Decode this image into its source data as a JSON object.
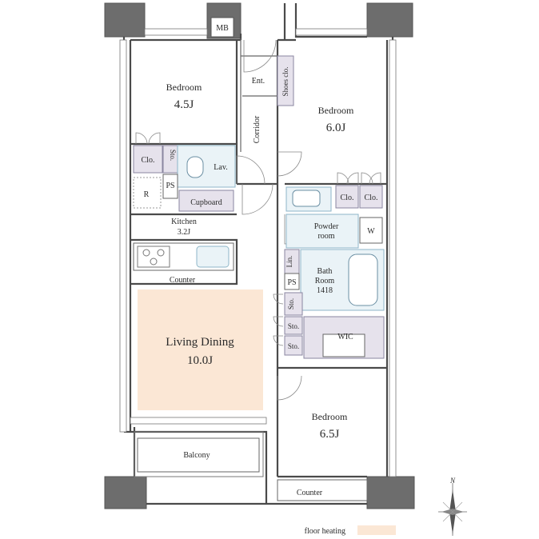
{
  "rooms": {
    "bedroom_nw": {
      "name": "Bedroom",
      "size": "4.5J"
    },
    "bedroom_ne": {
      "name": "Bedroom",
      "size": "6.0J"
    },
    "bedroom_se": {
      "name": "Bedroom",
      "size": "6.5J"
    },
    "living": {
      "name": "Living Dining",
      "size": "10.0J"
    },
    "kitchen": {
      "name": "Kitchen",
      "size": "3.2J"
    },
    "bath": {
      "name": "Bath",
      "name2": "Room",
      "code": "1418"
    },
    "powder": {
      "name": "Powder",
      "name2": "room"
    },
    "balcony": {
      "name": "Balcony"
    }
  },
  "labels": {
    "mb": "MB",
    "ent": "Ent.",
    "shoes": "Shoes clo.",
    "corridor": "Corridor",
    "clo": "Clo.",
    "sto": "Sto.",
    "lav": "Lav.",
    "ps": "PS",
    "r": "R",
    "cupboard": "Cupboard",
    "w": "W",
    "lin": "Lin.",
    "wic": "WIC",
    "counter": "Counter"
  },
  "legend": {
    "floor_heating": "floor heating"
  },
  "compass": {
    "north": "N"
  },
  "colors": {
    "floor_heating": "#fbe7d5",
    "storage": "#e6e2ec",
    "wet": "#eaf3f7",
    "wall": "#4a4a4a"
  }
}
